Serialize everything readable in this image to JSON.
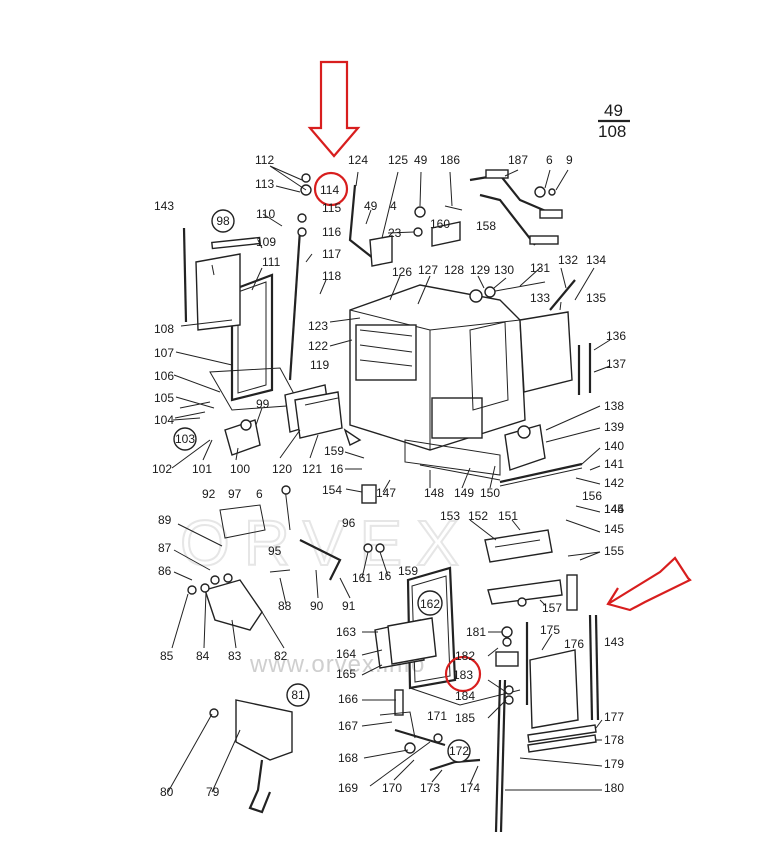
{
  "sheet": {
    "page_current": "49",
    "page_total": "108"
  },
  "watermark": {
    "text": "www.orvex.info",
    "logo": "ORVEX"
  },
  "highlight": {
    "arrow_color": "#d81e1e",
    "circled_parts": [
      "114",
      "183"
    ]
  },
  "callouts": [
    {
      "id": "98"
    },
    {
      "id": "103"
    },
    {
      "id": "162"
    },
    {
      "id": "81"
    },
    {
      "id": "172"
    }
  ],
  "labels": [
    "112",
    "113",
    "114",
    "115",
    "116",
    "117",
    "118",
    "111",
    "110",
    "109",
    "108",
    "107",
    "106",
    "105",
    "104",
    "102",
    "101",
    "100",
    "99",
    "143",
    "124",
    "125",
    "49",
    "186",
    "187",
    "6",
    "9",
    "49",
    "4",
    "23",
    "160",
    "158",
    "126",
    "127",
    "128",
    "129",
    "130",
    "131",
    "132",
    "134",
    "133",
    "135",
    "136",
    "137",
    "138",
    "139",
    "140",
    "141",
    "142",
    "123",
    "122",
    "119",
    "120",
    "121",
    "159",
    "16",
    "154",
    "147",
    "148",
    "149",
    "150",
    "145",
    "156",
    "144",
    "145",
    "92",
    "97",
    "6",
    "89",
    "87",
    "86",
    "85",
    "84",
    "83",
    "82",
    "88",
    "90",
    "91",
    "95",
    "96",
    "161",
    "16",
    "159",
    "153",
    "152",
    "151",
    "155",
    "157",
    "163",
    "164",
    "165",
    "166",
    "167",
    "168",
    "169",
    "170",
    "171",
    "173",
    "174",
    "181",
    "182",
    "183",
    "184",
    "185",
    "175",
    "176",
    "177",
    "178",
    "179",
    "180",
    "143",
    "80",
    "79"
  ]
}
